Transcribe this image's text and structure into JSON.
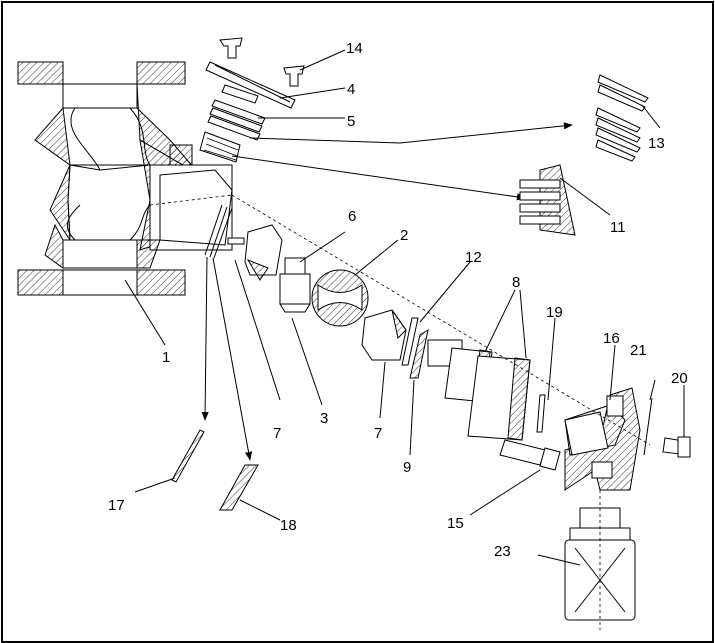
{
  "diagram": {
    "callouts": [
      {
        "id": "p1",
        "label": "1"
      },
      {
        "id": "p2",
        "label": "2"
      },
      {
        "id": "p3",
        "label": "3"
      },
      {
        "id": "p4",
        "label": "4"
      },
      {
        "id": "p5",
        "label": "5"
      },
      {
        "id": "p6",
        "label": "6"
      },
      {
        "id": "p7a",
        "label": "7"
      },
      {
        "id": "p7b",
        "label": "7"
      },
      {
        "id": "p8",
        "label": "8"
      },
      {
        "id": "p9",
        "label": "9"
      },
      {
        "id": "p11",
        "label": "11"
      },
      {
        "id": "p12",
        "label": "12"
      },
      {
        "id": "p13",
        "label": "13"
      },
      {
        "id": "p14",
        "label": "14"
      },
      {
        "id": "p15",
        "label": "15"
      },
      {
        "id": "p16",
        "label": "16"
      },
      {
        "id": "p17",
        "label": "17"
      },
      {
        "id": "p18",
        "label": "18"
      },
      {
        "id": "p19",
        "label": "19"
      },
      {
        "id": "p20",
        "label": "20"
      },
      {
        "id": "p21",
        "label": "21"
      },
      {
        "id": "p23",
        "label": "23"
      }
    ]
  }
}
